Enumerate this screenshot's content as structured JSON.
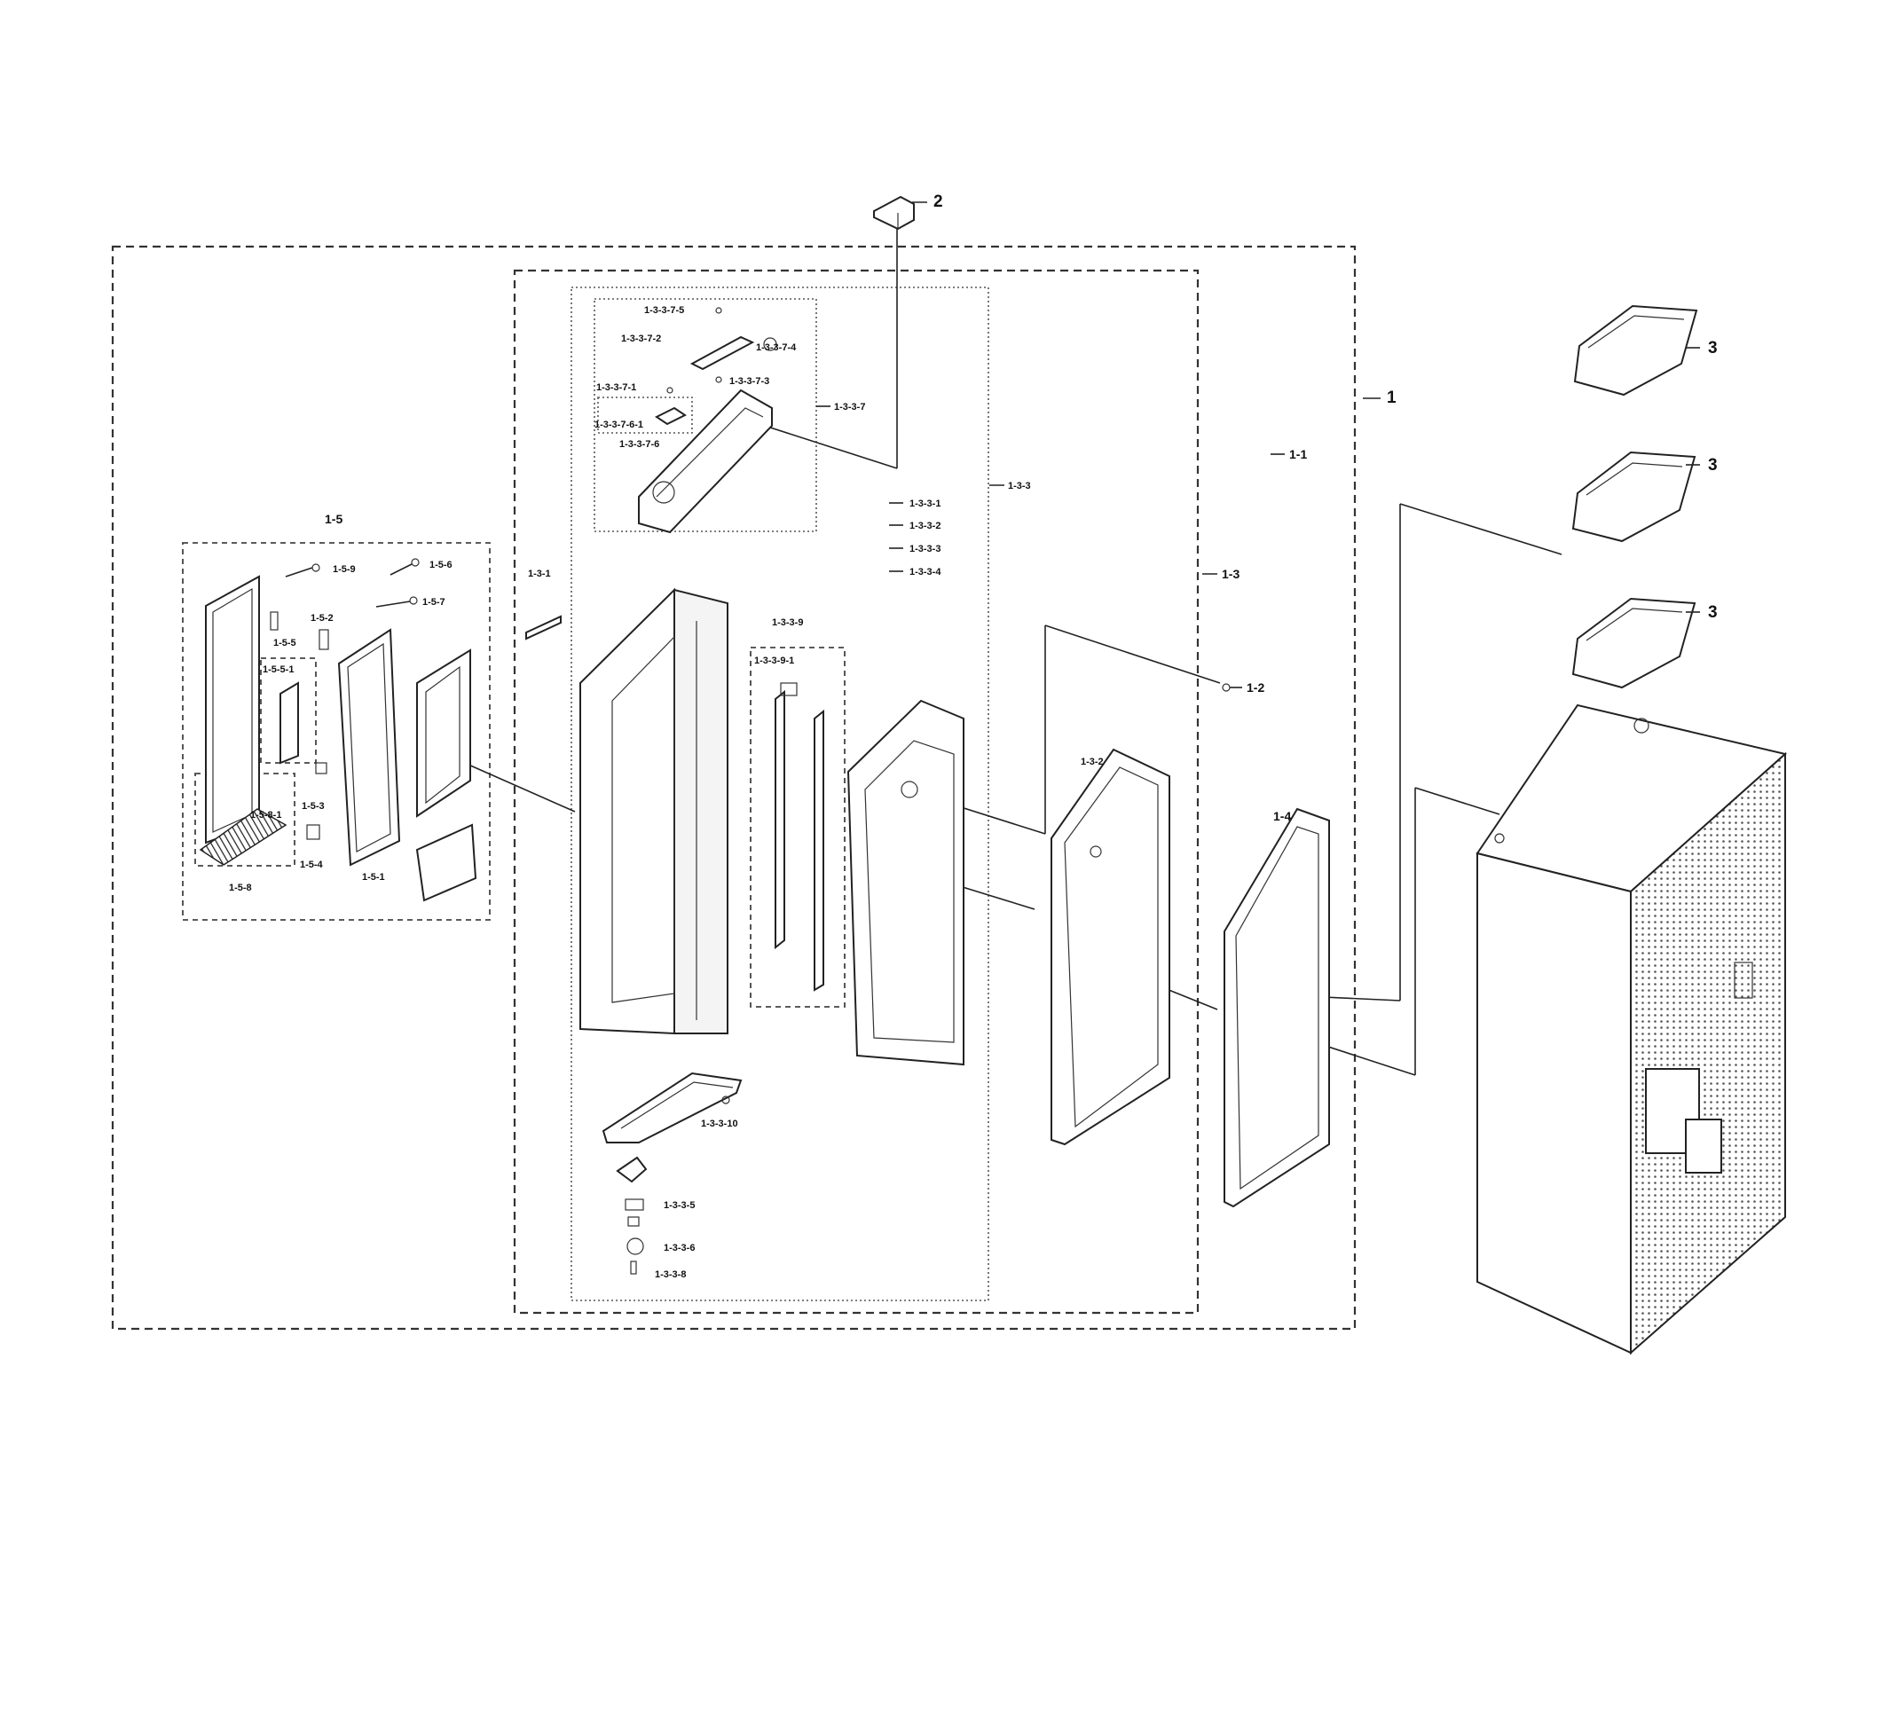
{
  "labels": {
    "p1": "1",
    "p1_1": "1-1",
    "p1_2": "1-2",
    "p1_3": "1-3",
    "p1_3_1": "1-3-1",
    "p1_3_2": "1-3-2",
    "p1_3_3": "1-3-3",
    "p1_3_3_1": "1-3-3-1",
    "p1_3_3_2": "1-3-3-2",
    "p1_3_3_3": "1-3-3-3",
    "p1_3_3_4": "1-3-3-4",
    "p1_3_3_5": "1-3-3-5",
    "p1_3_3_6": "1-3-3-6",
    "p1_3_3_7": "1-3-3-7",
    "p1_3_3_7_1": "1-3-3-7-1",
    "p1_3_3_7_2": "1-3-3-7-2",
    "p1_3_3_7_3": "1-3-3-7-3",
    "p1_3_3_7_4": "1-3-3-7-4",
    "p1_3_3_7_5": "1-3-3-7-5",
    "p1_3_3_7_6": "1-3-3-7-6",
    "p1_3_3_7_6_1": "1-3-3-7-6-1",
    "p1_3_3_8": "1-3-3-8",
    "p1_3_3_9": "1-3-3-9",
    "p1_3_3_9_1": "1-3-3-9-1",
    "p1_3_3_10": "1-3-3-10",
    "p1_4": "1-4",
    "p1_5": "1-5",
    "p1_5_1": "1-5-1",
    "p1_5_2": "1-5-2",
    "p1_5_3": "1-5-3",
    "p1_5_4": "1-5-4",
    "p1_5_5": "1-5-5",
    "p1_5_5_1": "1-5-5-1",
    "p1_5_6": "1-5-6",
    "p1_5_7": "1-5-7",
    "p1_5_8": "1-5-8",
    "p1_5_8_1": "1-5-8-1",
    "p1_5_9": "1-5-9",
    "p2": "2",
    "p3a": "3",
    "p3b": "3",
    "p3c": "3"
  }
}
